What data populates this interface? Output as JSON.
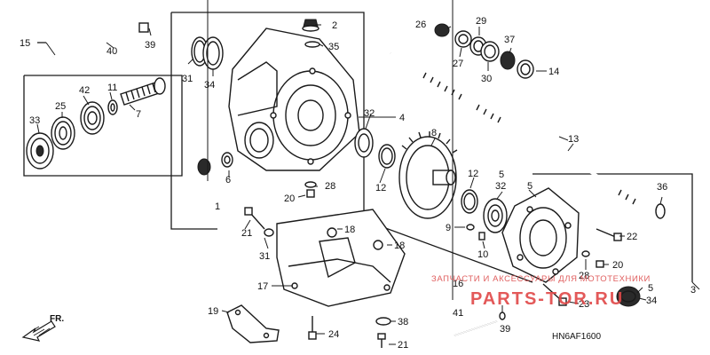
{
  "diagram": {
    "code": "HN6AF1600",
    "direction_label": "FR.",
    "callouts": [
      "1",
      "2",
      "3",
      "4",
      "5",
      "6",
      "7",
      "8",
      "9",
      "10",
      "11",
      "12",
      "13",
      "14",
      "15",
      "16",
      "17",
      "18",
      "19",
      "20",
      "21",
      "22",
      "23",
      "24",
      "25",
      "26",
      "27",
      "28",
      "29",
      "30",
      "31",
      "32",
      "33",
      "34",
      "35",
      "36",
      "37",
      "38",
      "39",
      "40",
      "41",
      "42"
    ]
  },
  "watermark": {
    "line1": "ЗАПЧАСТИ И АКСЕССУАРЫ ДЛЯ МОТОТЕХНИКИ",
    "line2": "PARTS-TOR.RU"
  }
}
